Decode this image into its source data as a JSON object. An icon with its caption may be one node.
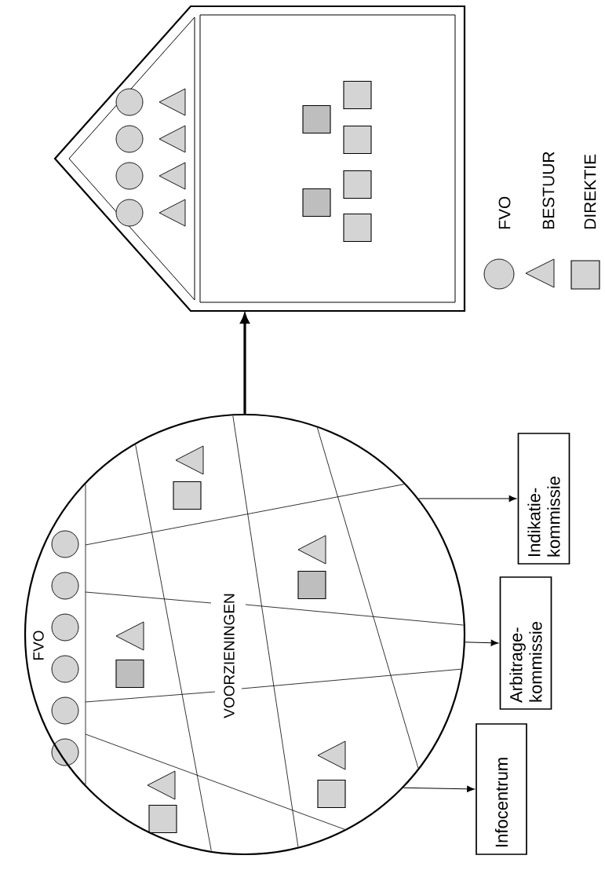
{
  "diagram": {
    "nodes": [
      {
        "text": [],
        "shape": "house"
      },
      {
        "text": [
          "FVO",
          "VOORZIENINGEN"
        ]
      },
      {
        "text": [
          "Infocentrum"
        ]
      },
      {
        "text": [
          "Arbitrage- kommissie"
        ]
      },
      {
        "text": [
          "Indikatie- kommissie"
        ]
      }
    ],
    "edges": [
      {
        "from": 1,
        "to": 0,
        "arrow": "to",
        "style": "thick"
      },
      {
        "from": 1,
        "to": 2,
        "arrow": "to"
      },
      {
        "from": 1,
        "to": 3,
        "arrow": "to"
      },
      {
        "from": 1,
        "to": 4,
        "arrow": "to"
      }
    ],
    "legend": [
      {
        "text": "FVO"
      },
      {
        "text": "BESTUUR"
      },
      {
        "text": "DIREKTIE"
      }
    ]
  }
}
